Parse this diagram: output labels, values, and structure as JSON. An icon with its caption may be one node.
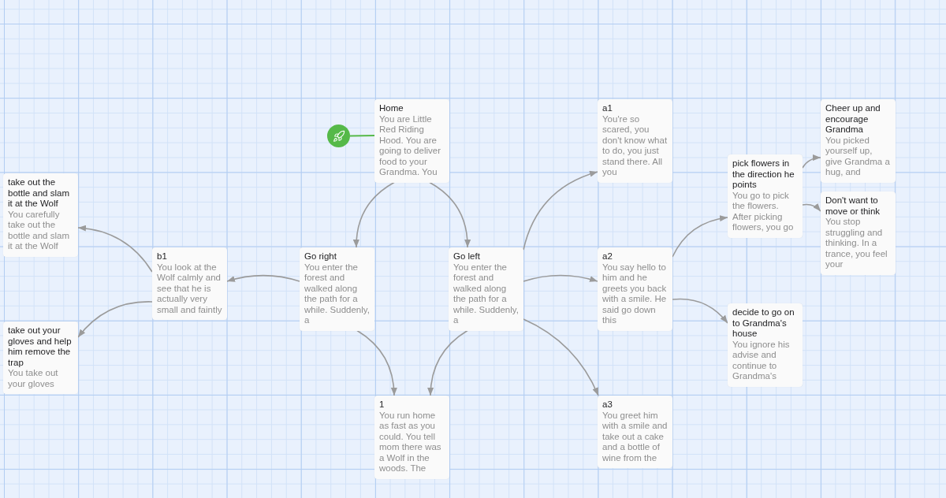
{
  "diagram": {
    "nodes": [
      {
        "text": [],
        "shape": "circle"
      },
      {
        "text": [
          "Home",
          "You are Little Red Riding Hood. You are going to deliver food to your Grandma. You"
        ]
      },
      {
        "text": [
          "a1",
          "You're so scared, you don't know what to do, you just stand there. All you"
        ]
      },
      {
        "text": [
          "Cheer up and encourage Grandma",
          "You picked yourself up, give Grandma a hug, and"
        ]
      },
      {
        "text": [
          "take out the bottle and slam it at the Wolf",
          "You carefully take out the bottle and slam it at the Wolf"
        ]
      },
      {
        "text": [
          "pick flowers in the direction he points",
          "You go to pick the flowers. After picking flowers, you go"
        ]
      },
      {
        "text": [
          "Don't want to move or think",
          "You stop struggling and thinking. In a trance, you feel your"
        ]
      },
      {
        "text": [
          "b1",
          "You look at the Wolf calmly and see that he is actually very small and faintly"
        ]
      },
      {
        "text": [
          "Go right",
          "You enter the forest and walked along the path for a while. Suddenly, a"
        ]
      },
      {
        "text": [
          "Go left",
          "You enter the forest and walked along the path for a while. Suddenly, a"
        ]
      },
      {
        "text": [
          "a2",
          "You say hello to him and he greets you back with a smile. He said go down this"
        ]
      },
      {
        "text": [
          "decide to go on to Grandma's house",
          "You ignore his advise and continue to Grandma's"
        ]
      },
      {
        "text": [
          "take out your gloves and help him remove the trap",
          "You take out your gloves"
        ]
      },
      {
        "text": [
          "1",
          "You run home as fast as you could. You tell mom there was a Wolf in the woods. The"
        ]
      },
      {
        "text": [
          "a3",
          "You greet him with a smile and take out a cake and a bottle of wine from the"
        ]
      }
    ],
    "edges": [
      {
        "from": 0,
        "to": 1,
        "arrow": "none",
        "color": "#57b94a"
      },
      {
        "from": 1,
        "to": 8,
        "arrow": "to"
      },
      {
        "from": 1,
        "to": 9,
        "arrow": "to"
      },
      {
        "from": 8,
        "to": 7,
        "arrow": "to"
      },
      {
        "from": 8,
        "to": 13,
        "arrow": "to"
      },
      {
        "from": 9,
        "to": 13,
        "arrow": "to"
      },
      {
        "from": 9,
        "to": 2,
        "arrow": "to"
      },
      {
        "from": 9,
        "to": 10,
        "arrow": "to"
      },
      {
        "from": 9,
        "to": 14,
        "arrow": "to"
      },
      {
        "from": 7,
        "to": 4,
        "arrow": "to"
      },
      {
        "from": 7,
        "to": 12,
        "arrow": "to"
      },
      {
        "from": 10,
        "to": 5,
        "arrow": "to"
      },
      {
        "from": 10,
        "to": 11,
        "arrow": "to"
      },
      {
        "from": 5,
        "to": 3,
        "arrow": "to"
      },
      {
        "from": 5,
        "to": 6,
        "arrow": "to"
      }
    ]
  }
}
